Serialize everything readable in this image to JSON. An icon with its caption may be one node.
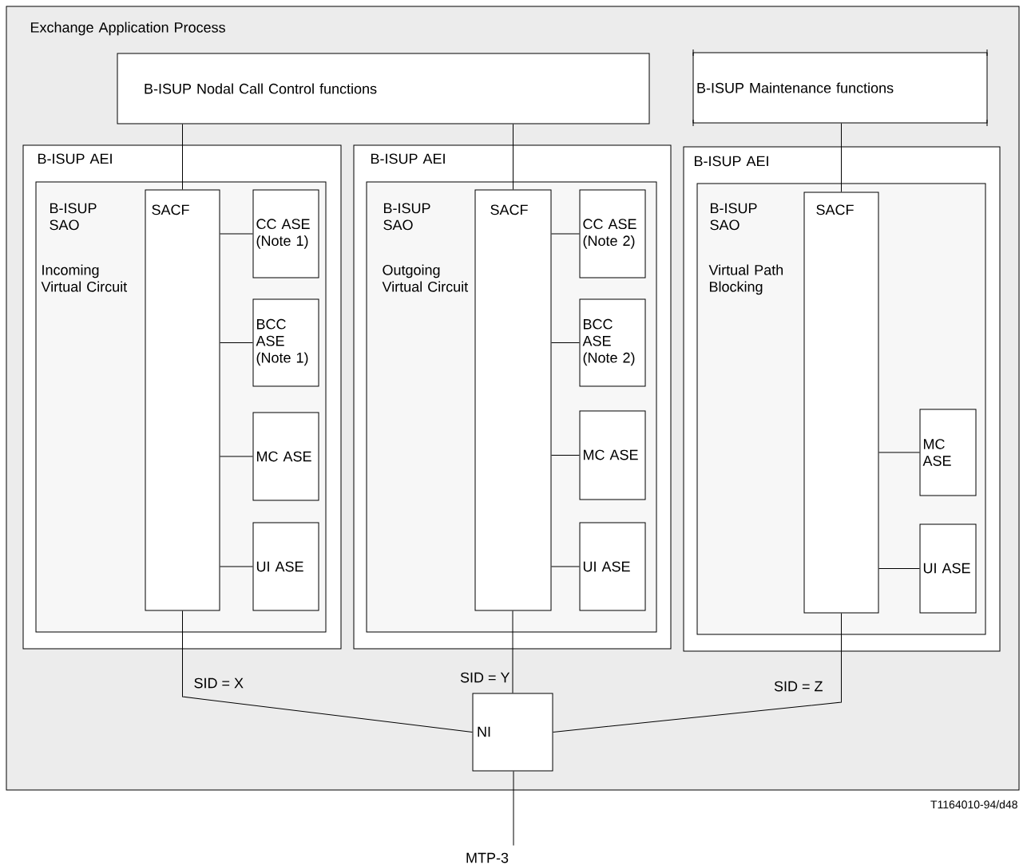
{
  "diagram": {
    "nodes": [
      {
        "text": [
          "Exchange Application Process"
        ]
      },
      {
        "text": [
          "B-ISUP Nodal Call Control functions"
        ],
        "in": 0
      },
      {
        "text": [
          "B-ISUP Maintenance functions"
        ],
        "in": 0
      },
      {
        "text": [
          "B-ISUP AEI"
        ],
        "in": 0
      },
      {
        "text": [
          "B-ISUP SAO",
          "Incoming Virtual Circuit"
        ],
        "in": 3
      },
      {
        "text": [
          "SACF"
        ],
        "in": 4
      },
      {
        "text": [
          "CC ASE (Note 1)"
        ],
        "in": 4
      },
      {
        "text": [
          "BCC ASE (Note 1)"
        ],
        "in": 4
      },
      {
        "text": [
          "MC ASE"
        ],
        "in": 4
      },
      {
        "text": [
          "UI ASE"
        ],
        "in": 4
      },
      {
        "text": [
          "B-ISUP AEI"
        ],
        "in": 0
      },
      {
        "text": [
          "B-ISUP SAO",
          "Outgoing Virtual Circuit"
        ],
        "in": 10
      },
      {
        "text": [
          "SACF"
        ],
        "in": 11
      },
      {
        "text": [
          "CC ASE (Note 2)"
        ],
        "in": 11
      },
      {
        "text": [
          "BCC ASE (Note 2)"
        ],
        "in": 11
      },
      {
        "text": [
          "MC ASE"
        ],
        "in": 11
      },
      {
        "text": [
          "UI ASE"
        ],
        "in": 11
      },
      {
        "text": [
          "B-ISUP AEI"
        ],
        "in": 0
      },
      {
        "text": [
          "B-ISUP SAO",
          "Virtual Path Blocking"
        ],
        "in": 17
      },
      {
        "text": [
          "SACF"
        ],
        "in": 18
      },
      {
        "text": [
          "MC ASE"
        ],
        "in": 18
      },
      {
        "text": [
          "UI ASE"
        ],
        "in": 18
      },
      {
        "text": [
          "NI"
        ],
        "in": 0
      },
      {
        "text": [
          "MTP-3"
        ]
      }
    ],
    "edges": [
      {
        "from": 1,
        "to": 5,
        "arrow": "none"
      },
      {
        "from": 1,
        "to": 12,
        "arrow": "none"
      },
      {
        "from": 2,
        "to": 19,
        "arrow": "none"
      },
      {
        "from": 5,
        "to": 6,
        "arrow": "none"
      },
      {
        "from": 5,
        "to": 7,
        "arrow": "none"
      },
      {
        "from": 5,
        "to": 8,
        "arrow": "none"
      },
      {
        "from": 5,
        "to": 9,
        "arrow": "none"
      },
      {
        "from": 12,
        "to": 13,
        "arrow": "none"
      },
      {
        "from": 12,
        "to": 14,
        "arrow": "none"
      },
      {
        "from": 12,
        "to": 15,
        "arrow": "none"
      },
      {
        "from": 12,
        "to": 16,
        "arrow": "none"
      },
      {
        "from": 19,
        "to": 20,
        "arrow": "none"
      },
      {
        "from": 19,
        "to": 21,
        "arrow": "none"
      },
      {
        "from": 5,
        "to": 22,
        "arrow": "none",
        "label": "SID = X"
      },
      {
        "from": 12,
        "to": 22,
        "arrow": "none",
        "label": "SID = Y"
      },
      {
        "from": 19,
        "to": 22,
        "arrow": "none",
        "label": "SID = Z"
      },
      {
        "from": 22,
        "to": 23,
        "arrow": "none"
      }
    ],
    "labels": [
      "T1164010-94/d48"
    ]
  }
}
